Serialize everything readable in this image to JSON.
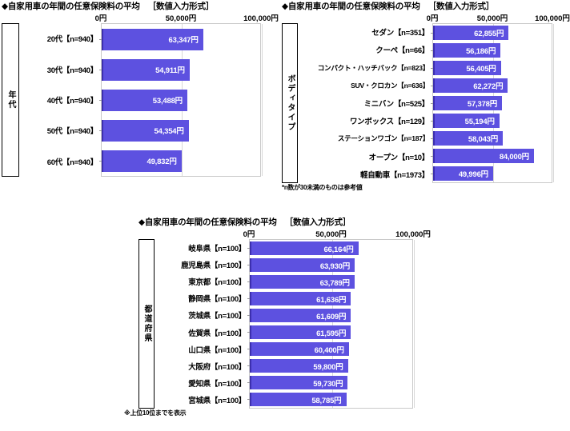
{
  "common": {
    "title_main": "◆自家用車の年間の任意保険料の平均",
    "title_format": "［数値入力形式］",
    "axis_ticks": [
      "0円",
      "50,000円",
      "100,000円"
    ],
    "bar_color": "#5d51e0",
    "bar_edge_color": "#3c2fae",
    "value_text_color": "#ffffff"
  },
  "chart_data": [
    {
      "id": "age",
      "type": "bar",
      "orientation": "horizontal",
      "title": "◆自家用車の年間の任意保険料の平均",
      "title_format": "［数値入力形式］",
      "axis_title": "年代",
      "xlabel": "",
      "ylabel": "年代",
      "xlim": [
        0,
        100000
      ],
      "xticks": [
        0,
        50000,
        100000
      ],
      "xticklabels": [
        "0円",
        "50,000円",
        "100,000円"
      ],
      "grid": true,
      "legend": "none",
      "categories": [
        "20代【n=940】",
        "30代【n=940】",
        "40代【n=940】",
        "50代【n=940】",
        "60代【n=940】"
      ],
      "values": [
        63347,
        54911,
        53488,
        54354,
        49832
      ],
      "value_labels": [
        "63,347円",
        "54,911円",
        "53,488円",
        "54,354円",
        "49,832円"
      ],
      "footnote": ""
    },
    {
      "id": "bodytype",
      "type": "bar",
      "orientation": "horizontal",
      "title": "◆自家用車の年間の任意保険料の平均",
      "title_format": "［数値入力形式］",
      "axis_title": "ボディタイプ",
      "xlabel": "",
      "ylabel": "ボディタイプ",
      "xlim": [
        0,
        100000
      ],
      "xticks": [
        0,
        50000,
        100000
      ],
      "xticklabels": [
        "0円",
        "50,000円",
        "100,000円"
      ],
      "grid": true,
      "legend": "none",
      "categories": [
        "セダン【n=351】",
        "クーペ【n=66】",
        "コンパクト・ハッチバック【n=823】",
        "SUV・クロカン【n=636】",
        "ミニバン【n=525】",
        "ワンボックス【n=129】",
        "ステーションワゴン【n=187】",
        "オープン【n=10】",
        "軽自動車【n=1973】"
      ],
      "values": [
        62855,
        56186,
        56405,
        62272,
        57378,
        55194,
        58043,
        84000,
        49996
      ],
      "value_labels": [
        "62,855円",
        "56,186円",
        "56,405円",
        "62,272円",
        "57,378円",
        "55,194円",
        "58,043円",
        "84,000円",
        "49,996円"
      ],
      "footnote": "*n数が30未満のものは参考値"
    },
    {
      "id": "prefecture",
      "type": "bar",
      "orientation": "horizontal",
      "title": "◆自家用車の年間の任意保険料の平均",
      "title_format": "［数値入力形式］",
      "axis_title": "都道府県",
      "xlabel": "",
      "ylabel": "都道府県",
      "xlim": [
        0,
        100000
      ],
      "xticks": [
        0,
        50000,
        100000
      ],
      "xticklabels": [
        "0円",
        "50,000円",
        "100,000円"
      ],
      "grid": true,
      "legend": "none",
      "categories": [
        "岐阜県【n=100】",
        "鹿児島県【n=100】",
        "東京都【n=100】",
        "静岡県【n=100】",
        "茨城県【n=100】",
        "佐賀県【n=100】",
        "山口県【n=100】",
        "大阪府【n=100】",
        "愛知県【n=100】",
        "宮城県【n=100】"
      ],
      "values": [
        66164,
        63930,
        63789,
        61636,
        61609,
        61595,
        60400,
        59800,
        59730,
        58785
      ],
      "value_labels": [
        "66,164円",
        "63,930円",
        "63,789円",
        "61,636円",
        "61,609円",
        "61,595円",
        "60,400円",
        "59,800円",
        "59,730円",
        "58,785円"
      ],
      "footnote": "※上位10位までを表示"
    }
  ]
}
